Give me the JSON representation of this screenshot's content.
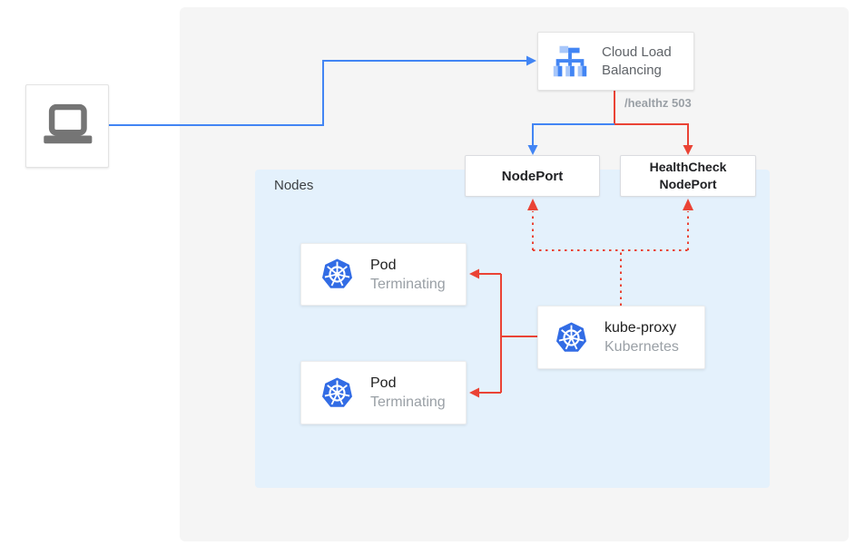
{
  "client": {
    "icon": "laptop-icon"
  },
  "cloud_lb": {
    "icon": "cloud-load-balancing-icon",
    "line1": "Cloud Load",
    "line2": "Balancing"
  },
  "health_check_request": "/healthz 503",
  "node_port": {
    "label": "NodePort"
  },
  "health_check_node_port": {
    "line1": "HealthCheck",
    "line2": "NodePort"
  },
  "nodes_panel": {
    "label": "Nodes"
  },
  "pods": [
    {
      "icon": "kubernetes-icon",
      "title": "Pod",
      "status": "Terminating"
    },
    {
      "icon": "kubernetes-icon",
      "title": "Pod",
      "status": "Terminating"
    }
  ],
  "kube_proxy": {
    "icon": "kubernetes-icon",
    "title": "kube-proxy",
    "subtitle": "Kubernetes"
  },
  "colors": {
    "traffic_blue": "#4285F4",
    "failure_red": "#EA4335",
    "kubernetes_blue": "#326CE5",
    "lb_icon_light_blue": "#A8C7FA",
    "nodes_panel_bg": "#E4F1FC",
    "outer_panel_bg": "#F5F5F5",
    "muted_text": "#9AA0A6",
    "dark_text": "#202124",
    "laptop_gray": "#757575"
  }
}
